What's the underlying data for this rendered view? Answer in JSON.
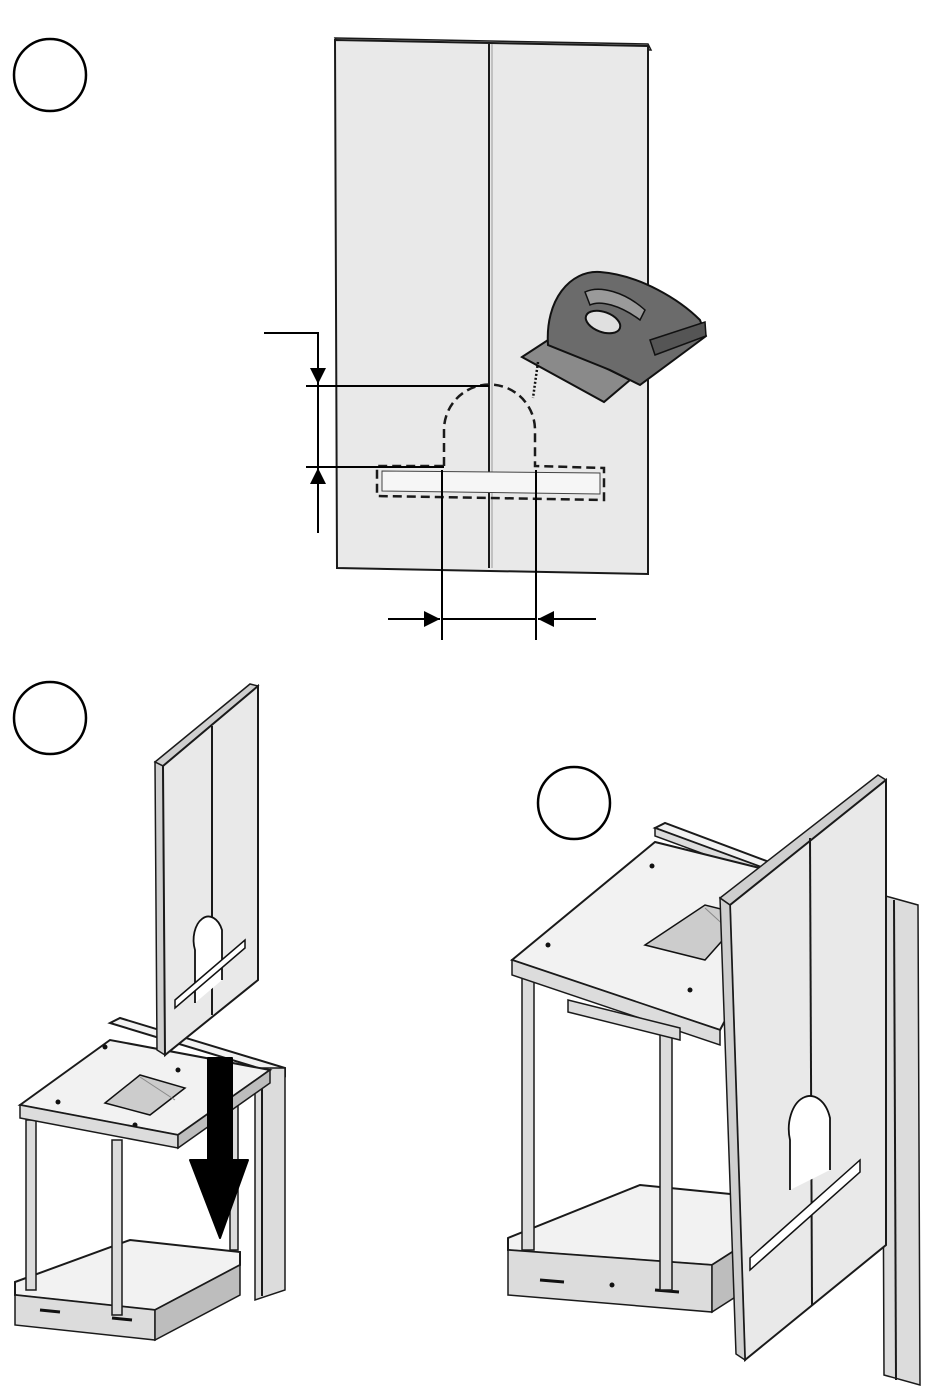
{
  "steps": [
    {
      "id": "step-1",
      "label": ""
    },
    {
      "id": "step-2",
      "label": ""
    },
    {
      "id": "step-3",
      "label": ""
    }
  ],
  "colors": {
    "panel": "#e9e9e9",
    "panel_edge": "#cfcfcf",
    "wood": "#f2f2f2",
    "line": "#1a1a1a",
    "arrow": "#000000",
    "jigsaw": "#6b6b6b"
  },
  "icons": [
    "jigsaw-icon",
    "down-arrow-icon",
    "dimension-arrow-icon"
  ]
}
